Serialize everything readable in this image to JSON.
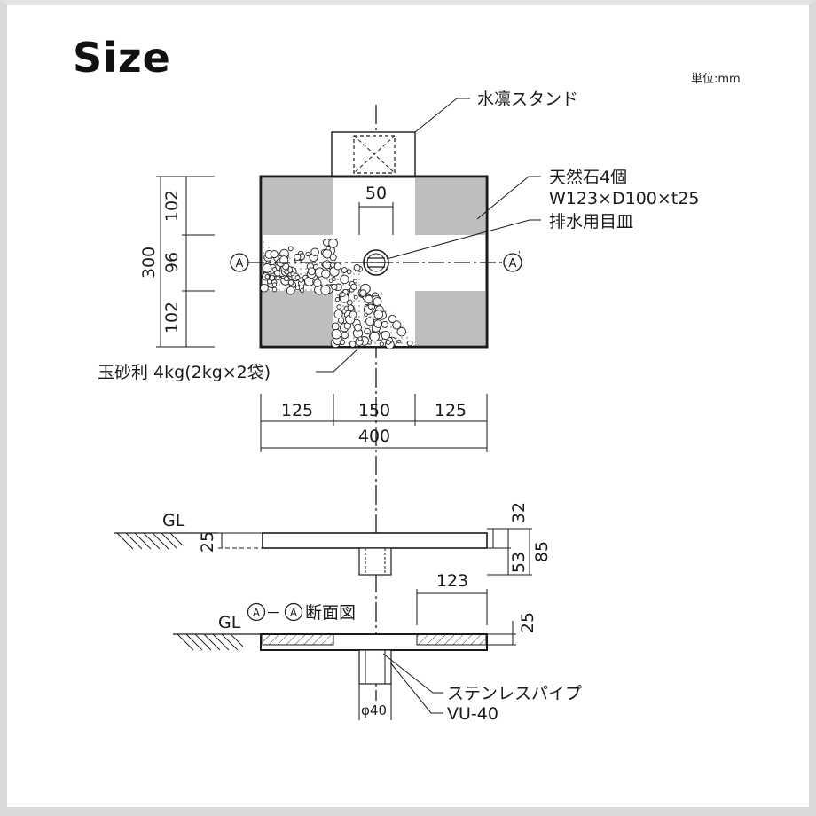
{
  "title": "Size",
  "unit": "単位:mm",
  "labels": {
    "stand": "水凛スタンド",
    "stone": "天然石4個",
    "stone_size": "W123×D100×t25",
    "drain": "排水用目皿",
    "gravel": "玉砂利 4kg(2kg×2袋)",
    "section": "断面図",
    "section_mark": "A",
    "dash": "－",
    "pipe": "ステンレスパイプ",
    "vu": "VU-40",
    "phi": "φ40",
    "gl1": "GL",
    "gl2": "GL"
  },
  "dims": {
    "d50": "50",
    "d102a": "102",
    "d96": "96",
    "d102b": "102",
    "d300": "300",
    "d125a": "125",
    "d150": "150",
    "d125b": "125",
    "d400": "400",
    "d25a": "25",
    "d32": "32",
    "d53": "53",
    "d85": "85",
    "d123": "123",
    "d25b": "25"
  },
  "colors": {
    "stone": "#bebebe",
    "line": "#1a1a1a",
    "frame": "#d9d9d9"
  }
}
